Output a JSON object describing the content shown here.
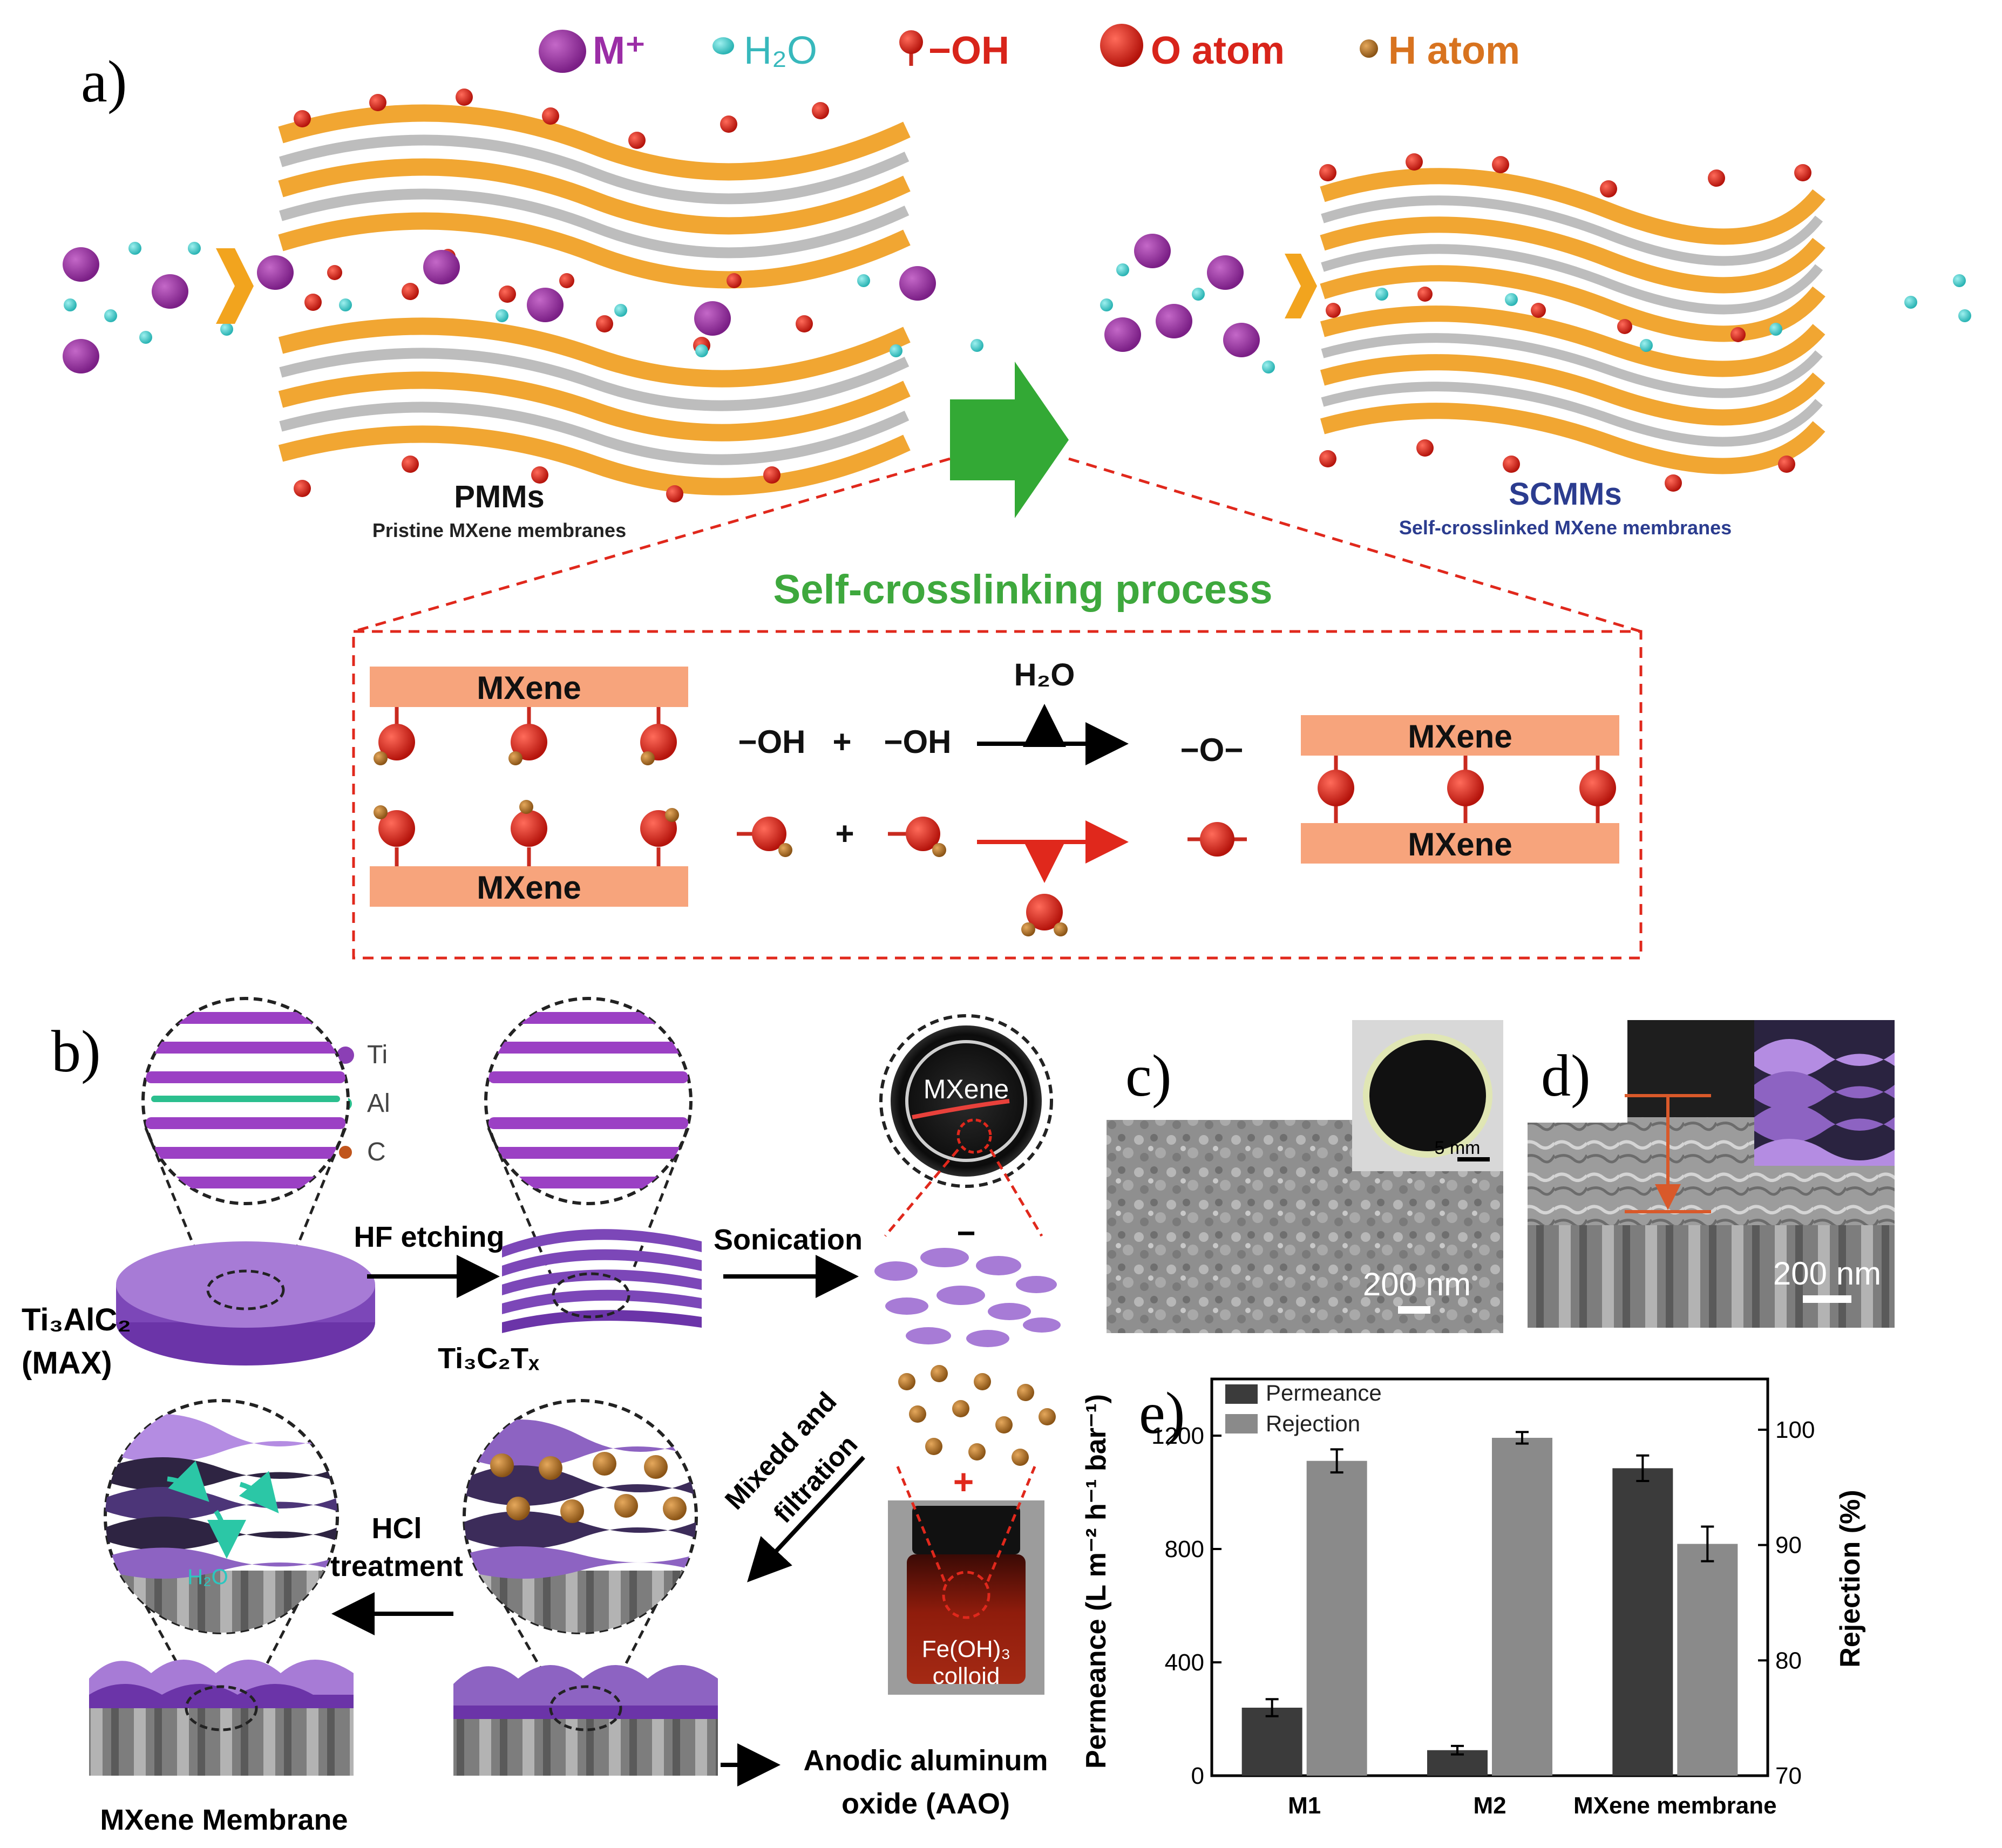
{
  "panel_labels": {
    "a": "a)",
    "b": "b)",
    "c": "c)",
    "d": "d)",
    "e": "e)"
  },
  "legend_a": {
    "m_plus": "M⁺",
    "h2o": "H₂O",
    "oh": "−OH",
    "o_atom": "O atom",
    "h_atom": "H atom"
  },
  "membranes": {
    "pmms_title": "PMMs",
    "pmms_subtitle": "Pristine MXene membranes",
    "scmms_title": "SCMMs",
    "scmms_subtitle": "Self-crosslinked MXene membranes"
  },
  "process": {
    "title": "Self-crosslinking process",
    "mxene": "MXene",
    "h2o_out": "H₂O",
    "oh_left": "−OH",
    "plus": "+",
    "oh_right": "−OH",
    "o_bridge": "−O−"
  },
  "panel_b": {
    "legend_ti": "Ti",
    "legend_al": "Al",
    "legend_c": "C",
    "max_label_1": "Ti₃AlC₂",
    "max_label_2": "(MAX)",
    "hf_etching": "HF etching",
    "ti3c2tx": "Ti₃C₂Tₓ",
    "sonication": "Sonication",
    "vial_mxene": "MXene",
    "minus": "−",
    "plus": "+",
    "mixed_1": "Mixedd and",
    "mixed_2": "filtration",
    "feoh3_1": "Fe(OH)₃",
    "feoh3_2": "colloid",
    "hcl_1": "HCl",
    "hcl_2": "treatment",
    "h2o_flow": "H₂O",
    "mxene_membrane": "MXene Membrane",
    "aao_1": "Anodic aluminum",
    "aao_2": "oxide (AAO)"
  },
  "panel_c": {
    "scale": "200 nm",
    "inset_scale": "5 mm"
  },
  "panel_d": {
    "scale": "200 nm"
  },
  "chart_data": {
    "type": "bar",
    "categories": [
      "M1",
      "M2",
      "MXene membrane"
    ],
    "series": [
      {
        "name": "Permeance",
        "axis": "left",
        "color": "#3b3b3b",
        "values": [
          240,
          90,
          1085
        ],
        "errors": [
          30,
          15,
          45
        ]
      },
      {
        "name": "Rejection",
        "axis": "right",
        "color": "#8a8a8a",
        "values": [
          97.3,
          99.3,
          90.1
        ],
        "errors": [
          1.0,
          0.5,
          1.5
        ]
      }
    ],
    "ylabel": "Permeance (L m⁻² h⁻¹ bar⁻¹)",
    "y2label": "Rejection (%)",
    "ylim": [
      0,
      1400
    ],
    "y2lim": [
      70,
      104.4
    ],
    "yticks": [
      "0",
      "400",
      "800",
      "1200"
    ],
    "y2ticks": [
      "70",
      "80",
      "90",
      "100"
    ],
    "legend_position": "top-left",
    "grid": false
  }
}
